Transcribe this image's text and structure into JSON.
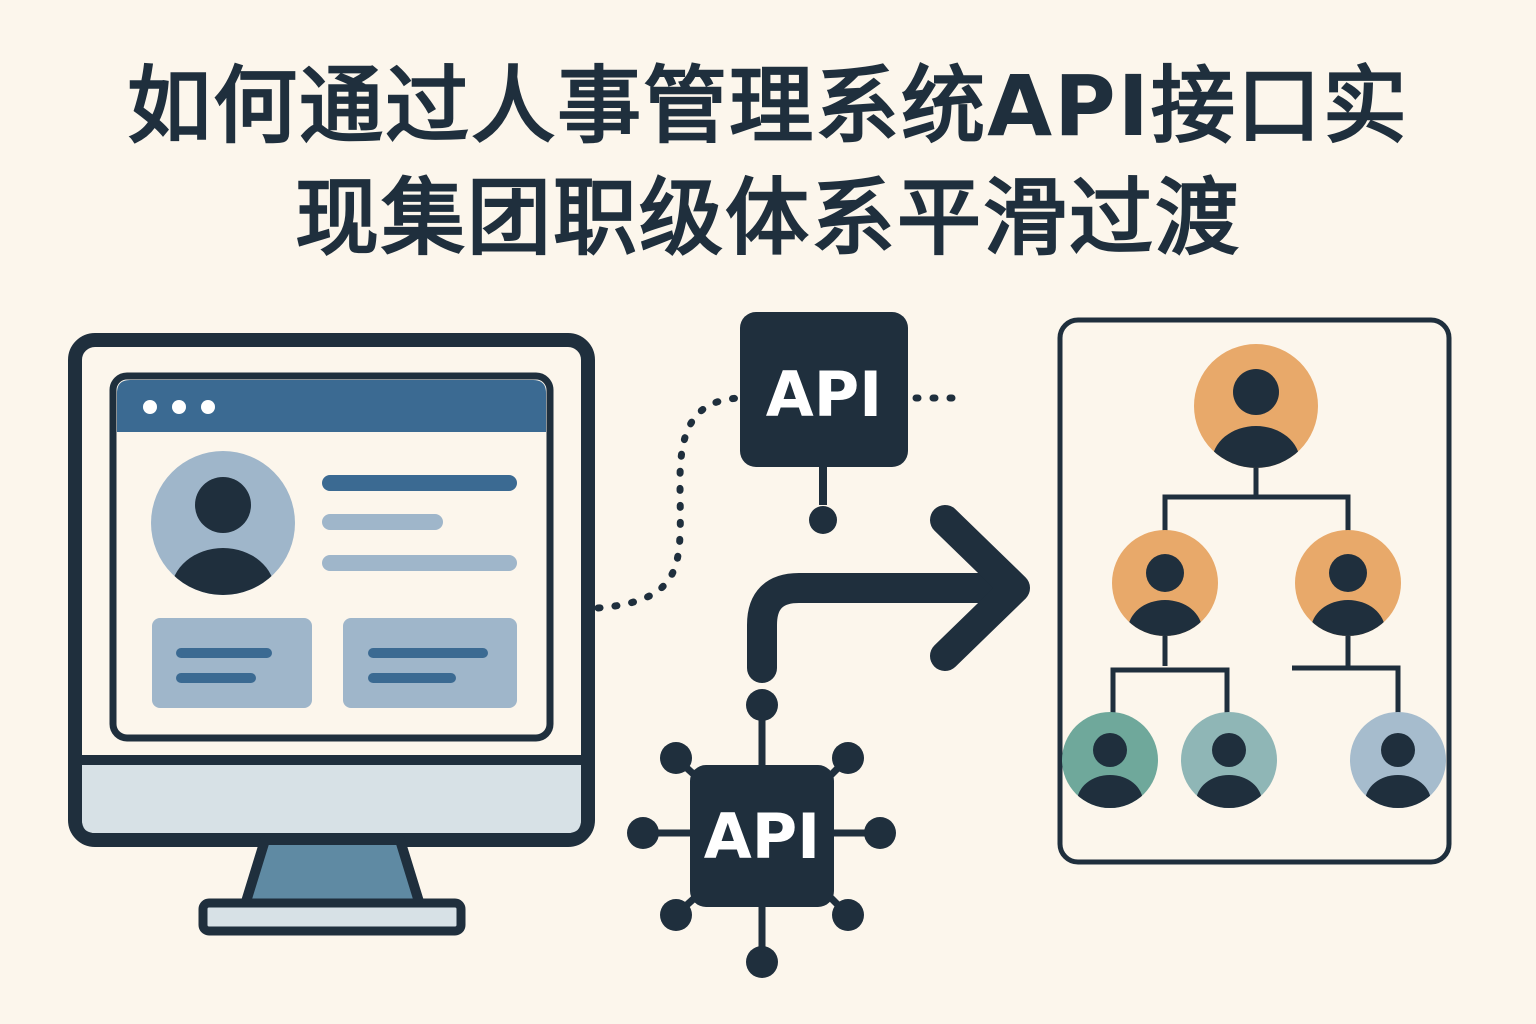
{
  "title": {
    "line1": "如何通过人事管理系统API接口实",
    "line2": "现集团职级体系平滑过渡"
  },
  "api_badges": {
    "top": "API",
    "hub": "API"
  },
  "colors": {
    "background": "#fcf6ec",
    "dark": "#1f2f3d",
    "browser_bar": "#3b6a92",
    "light_blue": "#9fb6ca",
    "monitor_base": "#d7e1e6",
    "stand": "#5f8aa3",
    "orange": "#e8a96a",
    "teal_green": "#6fa89b",
    "teal_light": "#8fb6b6",
    "grey_blue": "#a6bccd"
  },
  "icons": {
    "monitor": "hr-system-monitor-icon",
    "user_profile": "user-avatar-icon",
    "api_top": "api-box-icon",
    "api_hub": "api-network-hub-icon",
    "arrow": "right-arrow-icon",
    "org_chart": "org-chart-icon",
    "person": "person-avatar-icon"
  }
}
